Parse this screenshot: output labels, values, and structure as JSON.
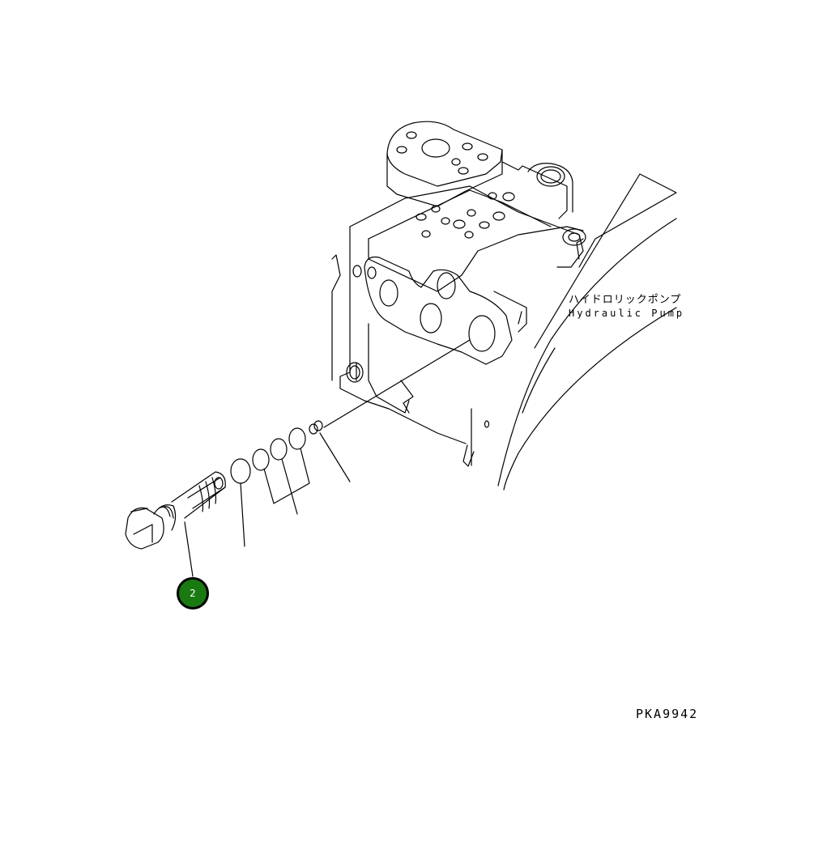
{
  "diagram": {
    "type": "exploded-parts-view",
    "component_label_jp": "ハイドロリックポンプ",
    "component_label_en": "Hydraulic Pump",
    "drawing_code": "PKA9942",
    "callouts": [
      {
        "number": "2",
        "color": "#1a7a12",
        "target": "plug-assembly"
      }
    ],
    "parts": [
      "hydraulic-pump-body",
      "plug-assembly",
      "o-ring",
      "backup-ring-set",
      "small-fitting"
    ]
  }
}
